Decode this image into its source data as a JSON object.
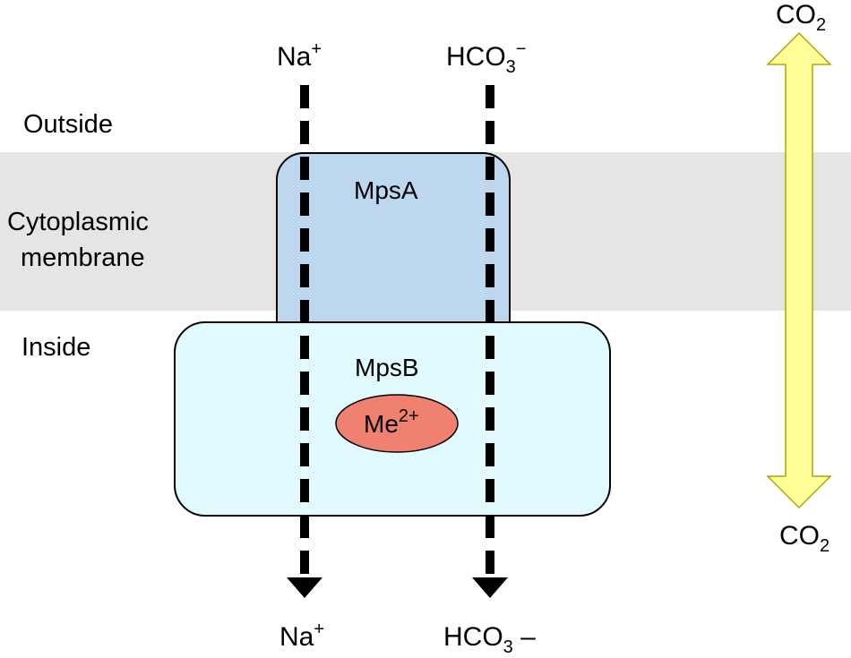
{
  "regions": {
    "outside": "Outside",
    "membrane_line1": "Cytoplasmic",
    "membrane_line2": "membrane",
    "inside": "Inside"
  },
  "proteins": {
    "mpsa": "MpsA",
    "mpsb": "MpsB",
    "metal_base": "Me",
    "metal_charge": "2+"
  },
  "ions": {
    "na_top": {
      "base": "Na",
      "sup": "+"
    },
    "hco3_top": {
      "base": "HCO",
      "sub": "3",
      "sup": "−"
    },
    "na_bottom": {
      "base": "Na",
      "sup": "+"
    },
    "hco3_bottom": {
      "base": "HCO",
      "sub": "3",
      "suffix": " –"
    }
  },
  "co2": {
    "top": {
      "base": "CO",
      "sub": "2"
    },
    "bottom": {
      "base": "CO",
      "sub": "2"
    }
  },
  "colors": {
    "membrane": "#e5e5e5",
    "mpsa_fill": "#bdd7ee",
    "mpsb_fill": "#e0fafd",
    "metal_fill": "#f08070",
    "co2_arrow_fill": "#ffff99",
    "co2_arrow_stroke": "#a8a800",
    "dash": "#000000"
  }
}
